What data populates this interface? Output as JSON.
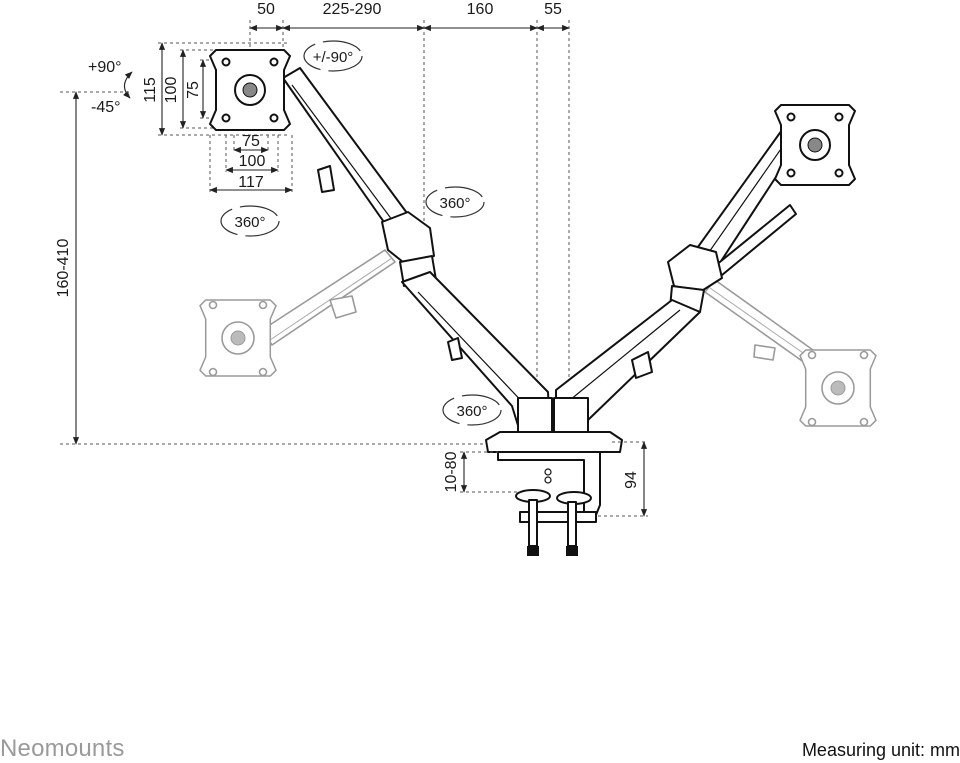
{
  "dimensions": {
    "top": [
      "50",
      "225-290",
      "160",
      "55"
    ],
    "tilt_up": "+90°",
    "tilt_down": "-45°",
    "vesa_vertical": [
      "115",
      "100",
      "75"
    ],
    "vesa_horizontal": [
      "75",
      "100",
      "117"
    ],
    "rotation_screen": "+/-90°",
    "swivel": "360°",
    "height_range": "160-410",
    "desk_thickness": "10-80",
    "clamp_height": "94"
  },
  "footer": {
    "brand": "Neomounts",
    "unit_note": "Measuring unit: mm"
  }
}
